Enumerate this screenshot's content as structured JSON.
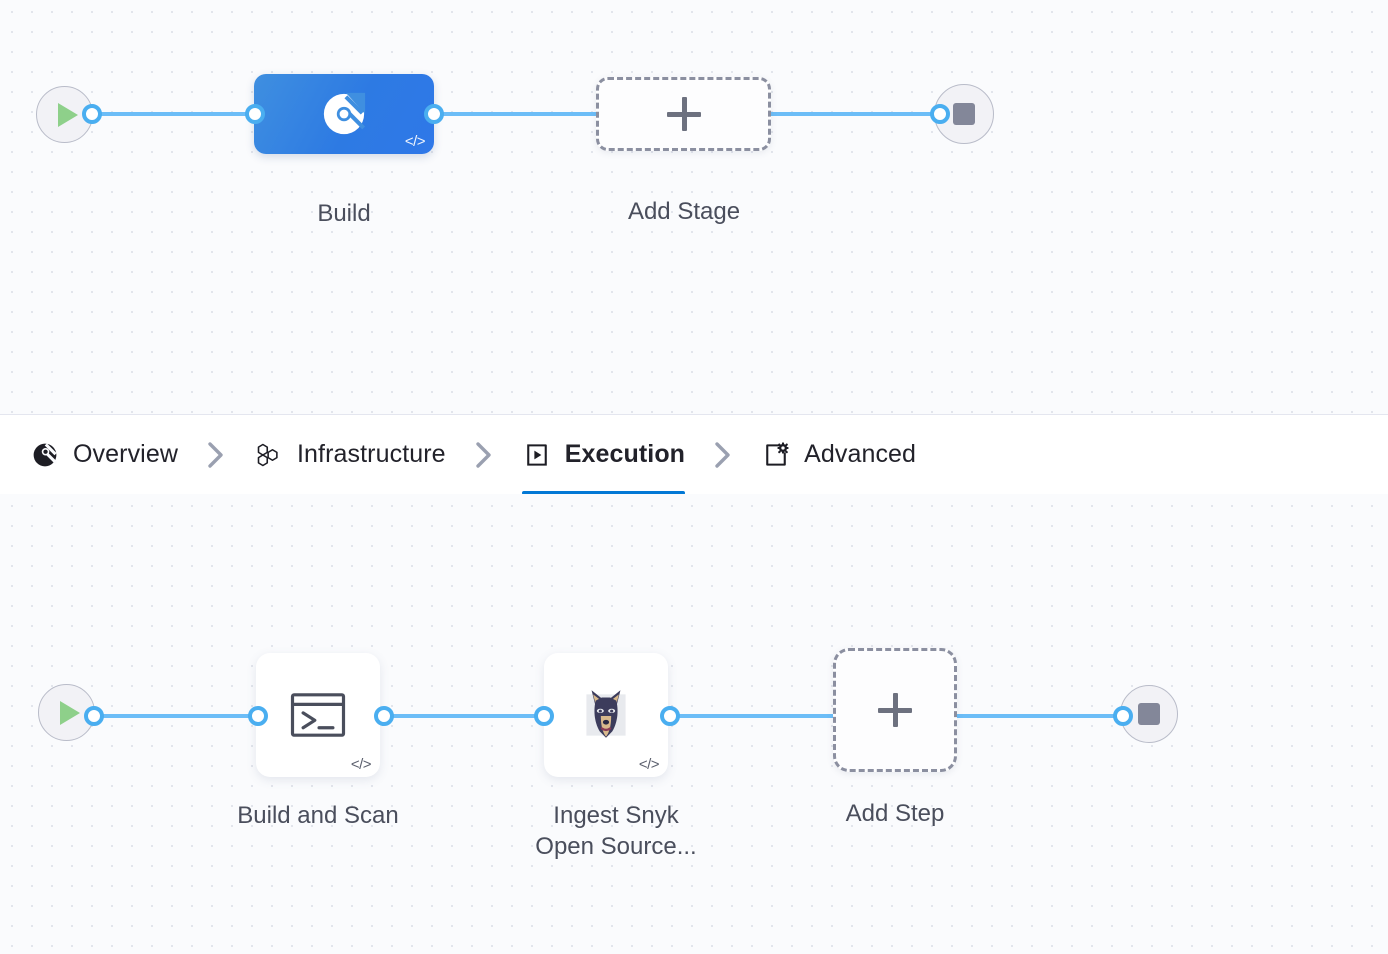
{
  "app": {
    "name": "pipeline-studio-canvas",
    "colors": {
      "canvas_bg": "#fafbfd",
      "dot_grid": "#e2e5ec",
      "edge": "#6cbdf7",
      "port_ring": "#4aaef0",
      "stage_blue_from": "#3f8fe0",
      "stage_blue_to": "#2f78e8",
      "active_tab_underline": "#0278d5",
      "label_text": "#4a4e5c",
      "tab_text": "#22222a",
      "dashed_border": "#8b8fa0",
      "terminal_fill": "#f2f2f6",
      "play_green": "#8ed08a",
      "stop_gray": "#838799"
    }
  },
  "stage_graph": {
    "name": "stages-row",
    "start_node": {
      "icon": "play-icon",
      "title": "Start"
    },
    "end_node": {
      "icon": "stop-icon",
      "title": "End"
    },
    "nodes": [
      {
        "id": "build-stage",
        "label": "Build",
        "icon": "ci-build-icon",
        "type": "stage",
        "selected": true,
        "badge": "</>"
      }
    ],
    "add_node": {
      "label": "Add Stage",
      "icon": "plus-icon"
    }
  },
  "tabs": {
    "name": "stage-config-tabs",
    "items": [
      {
        "label": "Overview",
        "icon": "ci-build-icon",
        "active": false
      },
      {
        "label": "Infrastructure",
        "icon": "hexagons-icon",
        "active": false
      },
      {
        "label": "Execution",
        "icon": "play-in-box-icon",
        "active": true
      },
      {
        "label": "Advanced",
        "icon": "gear-in-box-icon",
        "active": false
      }
    ],
    "separator_icon": "chevron-right-icon"
  },
  "step_graph": {
    "name": "steps-row",
    "start_node": {
      "icon": "play-icon",
      "title": "Start"
    },
    "end_node": {
      "icon": "stop-icon",
      "title": "End"
    },
    "nodes": [
      {
        "id": "build-and-scan",
        "label": "Build and Scan",
        "icon": "terminal-icon",
        "type": "step",
        "badge": "</>"
      },
      {
        "id": "ingest-snyk-open-source",
        "label": "Ingest Snyk\nOpen Source...",
        "icon": "snyk-doberman-icon",
        "type": "step",
        "badge": "</>"
      }
    ],
    "add_node": {
      "label": "Add Step",
      "icon": "plus-icon"
    }
  }
}
